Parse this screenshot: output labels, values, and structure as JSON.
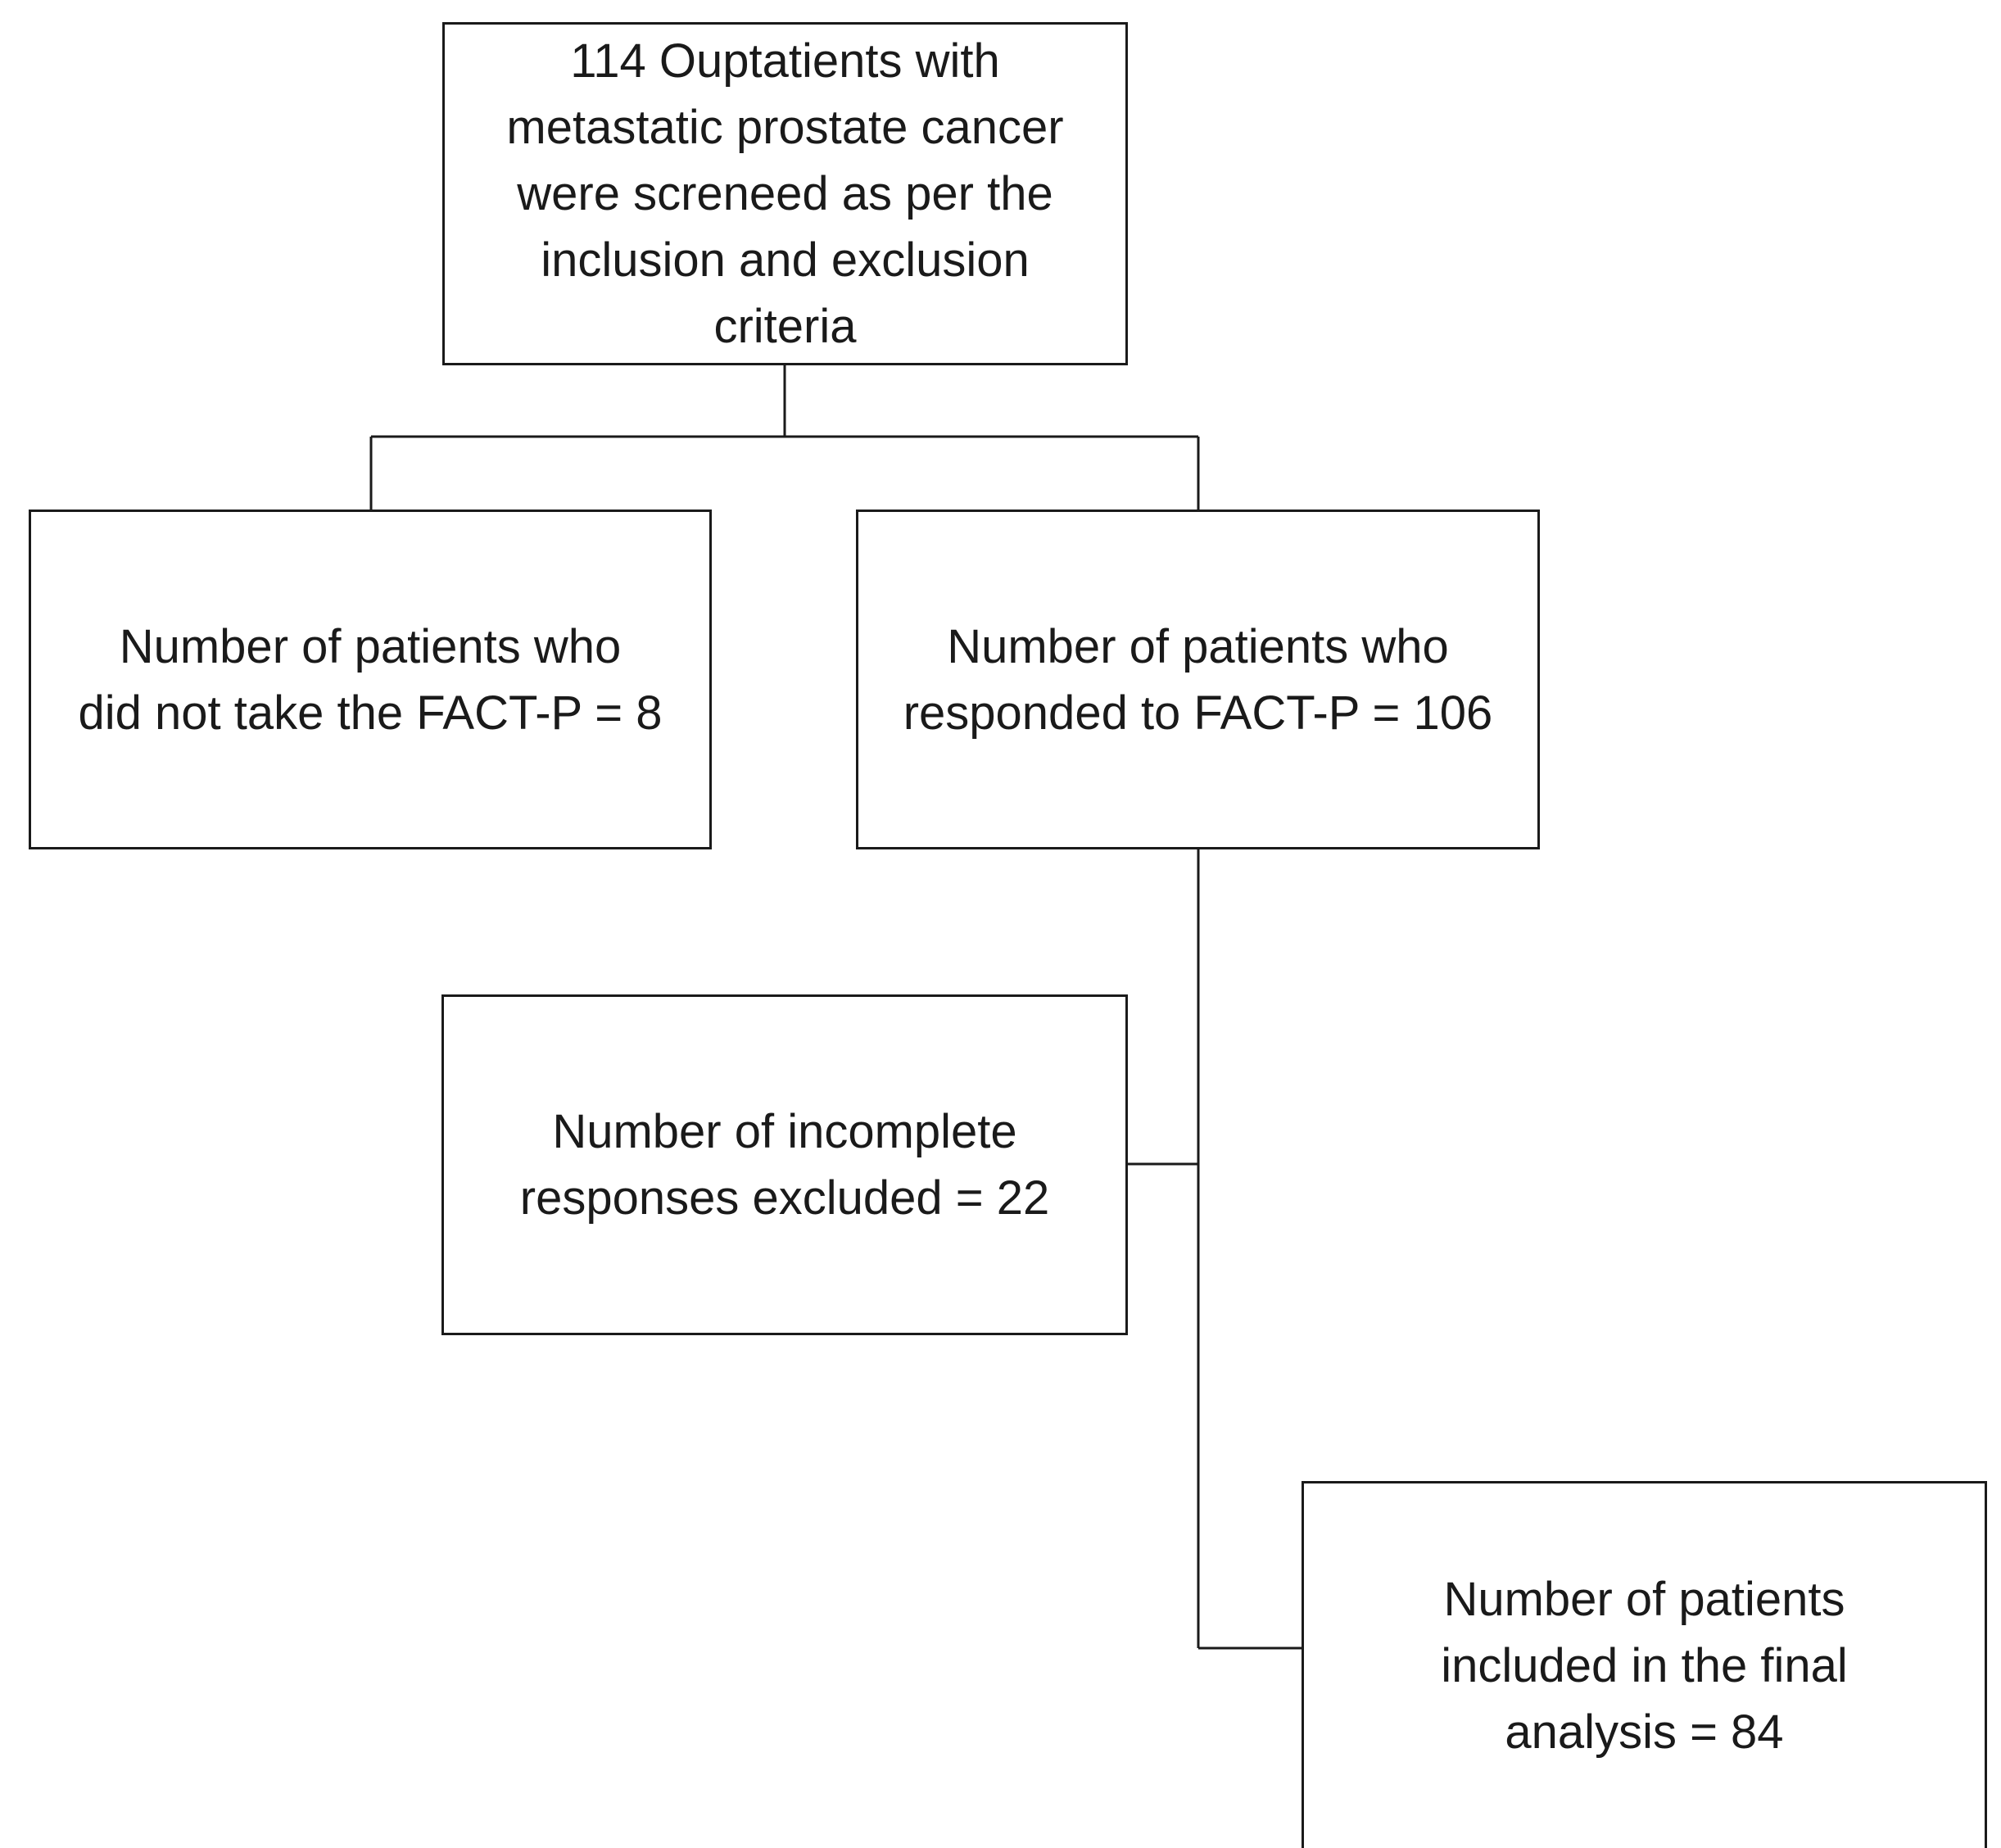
{
  "flowchart": {
    "screened": "114 Ouptatients with\nmetastatic prostate cancer\nwere screneed as per the\ninclusion and exclusion\ncriteria",
    "not_taken": "Number of patients who\ndid not take the FACT-P = 8",
    "responded": "Number of patients who\nresponded to FACT-P = 106",
    "incomplete": "Number of incomplete\nresponses excluded = 22",
    "final": "Number of patients\nincluded in the final\nanalysis = 84"
  },
  "colors": {
    "line": "#1a1a1a",
    "box_border": "#1a1a1a",
    "text": "#1a1a1a",
    "background": "#ffffff"
  }
}
